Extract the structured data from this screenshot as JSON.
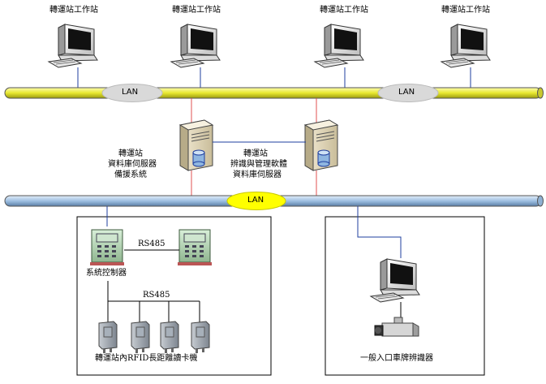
{
  "top_workstations": [
    {
      "label": "轉運站工作站"
    },
    {
      "label": "轉運站工作站"
    },
    {
      "label": "轉運站工作站"
    },
    {
      "label": "轉運站工作站"
    }
  ],
  "lan_top": {
    "left_label": "LAN",
    "right_label": "LAN"
  },
  "lan_bottom": {
    "label": "LAN"
  },
  "server_left": {
    "lines": [
      "轉運站",
      "資料庫伺服器",
      "備援系統"
    ]
  },
  "server_right": {
    "lines": [
      "轉運站",
      "辨識與管理軟體",
      "資料庫伺服器"
    ]
  },
  "left_box": {
    "rs485_top": "RS485",
    "controller_label": "系統控制器",
    "rs485_bottom": "RS485",
    "readers_label": "轉運站內RFID長距離讀卡機"
  },
  "right_box": {
    "recognizer_label": "一般入口車牌辨識器"
  },
  "colors": {
    "lan_top_fill": "#f2f25a",
    "lan_bottom_fill": "#a8c8e8",
    "lan_ellipse": "#d9d9d9",
    "lan_ellipse_bottom": "#ffff00",
    "drop_blue": "#1f3f9f",
    "drop_red": "#e05050"
  }
}
